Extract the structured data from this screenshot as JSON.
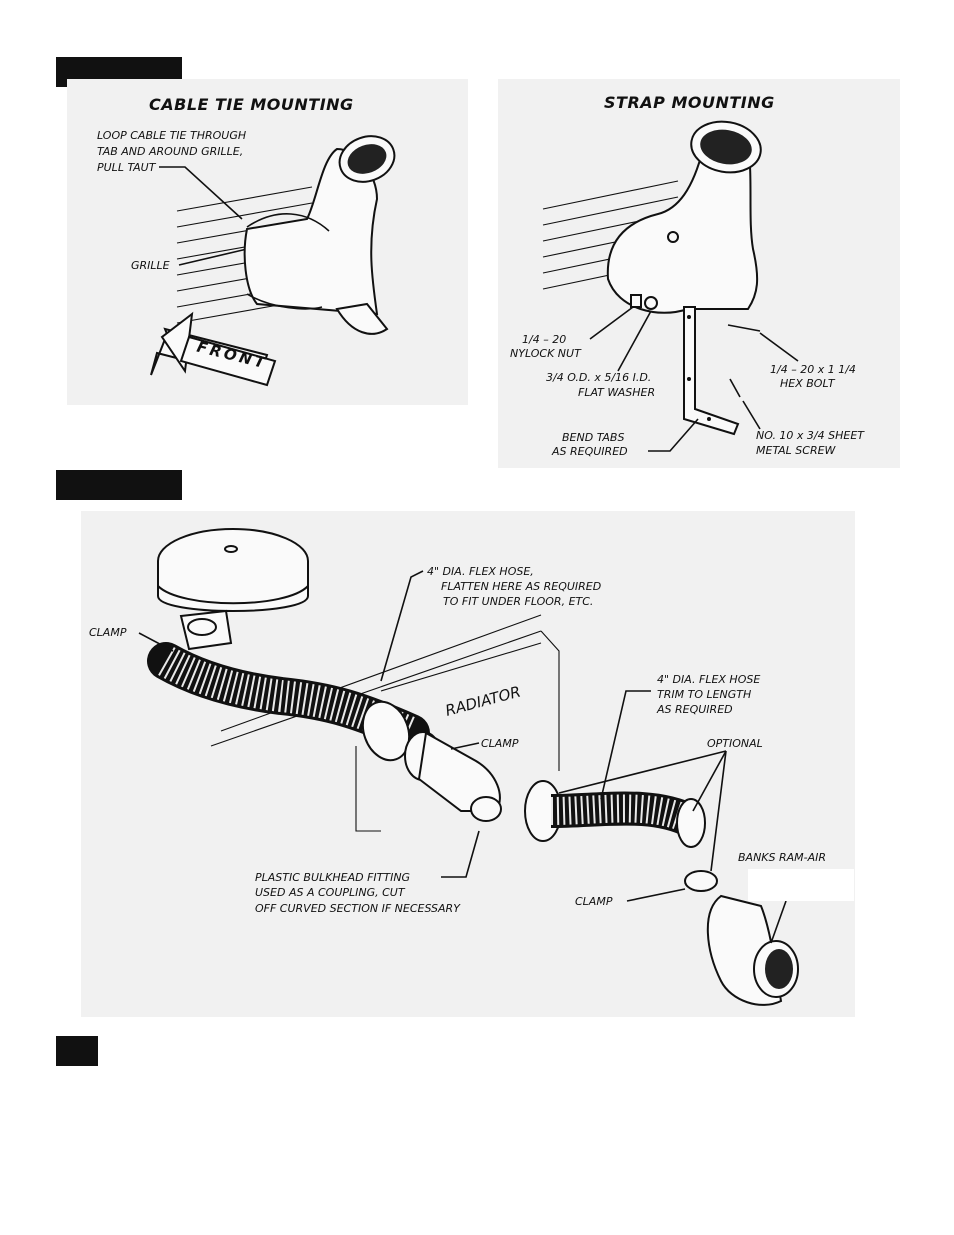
{
  "sections": {
    "figure_a": {
      "cable_tie": {
        "title": "CABLE TIE MOUNTING",
        "loop_line1": "LOOP CABLE TIE THROUGH",
        "loop_line2": "TAB AND AROUND GRILLE,",
        "loop_line3": "PULL TAUT",
        "grille": "GRILLE",
        "front": "FRONT"
      },
      "strap": {
        "title": "STRAP MOUNTING",
        "nut_line1": "1/4 – 20",
        "nut_line2": "NYLOCK NUT",
        "washer_line1": "3/4 O.D. x 5/16 I.D.",
        "washer_line2": "FLAT WASHER",
        "bend_line1": "BEND TABS",
        "bend_line2": "AS REQUIRED",
        "bolt_line1": "1/4 – 20 x 1 1/4",
        "bolt_line2": "HEX BOLT",
        "screw_line1": "NO. 10 x 3/4 SHEET",
        "screw_line2": "METAL SCREW"
      }
    },
    "figure_b": {
      "clamp_left": "CLAMP",
      "hose1_line1": "4\" DIA. FLEX HOSE,",
      "hose1_line2": "FLATTEN HERE AS REQUIRED",
      "hose1_line3": "TO FIT UNDER FLOOR, ETC.",
      "radiator": "RADIATOR",
      "clamp_mid": "CLAMP",
      "hose2_line1": "4\" DIA. FLEX HOSE",
      "hose2_line2": "TRIM TO LENGTH",
      "hose2_line3": "AS REQUIRED",
      "optional": "OPTIONAL",
      "bulkhead_line1": "PLASTIC BULKHEAD FITTING",
      "bulkhead_line2": "USED AS A COUPLING, CUT",
      "bulkhead_line3": "OFF CURVED SECTION IF NECESSARY",
      "clamp_bottom": "CLAMP",
      "banks": "BANKS RAM-AIR"
    }
  }
}
